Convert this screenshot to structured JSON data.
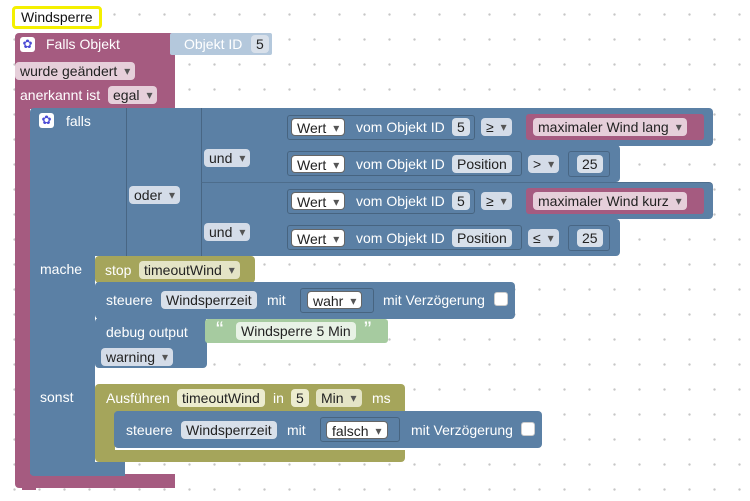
{
  "comment_label": "Windsperre",
  "event": {
    "title": "Falls Objekt",
    "object_id_label": "Objekt ID",
    "object_id_value": "5",
    "change_option": "wurde geändert",
    "ack_label": "anerkannt ist",
    "ack_option": "egal"
  },
  "if_block": {
    "falls_label": "falls",
    "oder_label": "oder",
    "und_label": "und",
    "mache_label": "mache",
    "sonst_label": "sonst",
    "conditions": [
      {
        "wert": "Wert",
        "vom": "vom Objekt ID",
        "attr": "5",
        "op": "≥",
        "rhs": "maximaler Wind lang"
      },
      {
        "wert": "Wert",
        "vom": "vom Objekt ID",
        "attr": "Position",
        "op": ">",
        "rhs": "25"
      },
      {
        "wert": "Wert",
        "vom": "vom Objekt ID",
        "attr": "5",
        "op": "≥",
        "rhs": "maximaler Wind kurz"
      },
      {
        "wert": "Wert",
        "vom": "vom Objekt ID",
        "attr": "Position",
        "op": "≤",
        "rhs": "25"
      }
    ]
  },
  "stop_block": {
    "label": "stop",
    "timer": "timeoutWind"
  },
  "set_block_1": {
    "label": "steuere",
    "var": "Windsperrzeit",
    "mit": "mit",
    "value": "wahr",
    "delay_label": "mit Verzögerung"
  },
  "debug_block": {
    "label": "debug output",
    "quote_open": "“",
    "text": "Windsperre 5 Min",
    "quote_close": "”",
    "level": "warning"
  },
  "timeout_block": {
    "label": "Ausführen",
    "timer": "timeoutWind",
    "in": "in",
    "amount": "5",
    "unit": "Min",
    "unit_suffix": "ms"
  },
  "set_block_2": {
    "label": "steuere",
    "var": "Windsperrzeit",
    "mit": "mit",
    "value": "falsch",
    "delay_label": "mit Verzögerung"
  },
  "colors": {
    "event": "#a55b80",
    "logic": "#5b80a5",
    "timeout": "#a5a55b",
    "text": "#a6cba0",
    "comment_highlight": "#ffff00"
  }
}
